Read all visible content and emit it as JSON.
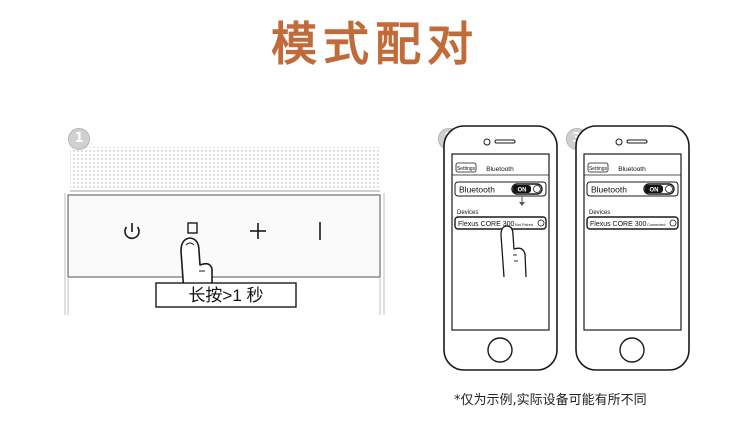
{
  "title": "模式配对",
  "steps": [
    "1",
    "2",
    "3"
  ],
  "speaker": {
    "buttons": [
      "power-icon",
      "play-pause-icon",
      "volume-up-icon",
      "volume-down-icon"
    ],
    "callout": "长按>1 秒"
  },
  "phone_pair": {
    "back_label": "Settings",
    "nav_title": "Bluetooth",
    "bluetooth_label": "Bluetooth",
    "toggle_label": "ON",
    "section_label": "Devices",
    "device_name": "Flexus CORE 300",
    "device_status": "Not Paired"
  },
  "phone_connected": {
    "back_label": "Settings",
    "nav_title": "Bluetooth",
    "bluetooth_label": "Bluetooth",
    "toggle_label": "ON",
    "section_label": "Devices",
    "device_name": "Flexus CORE 300",
    "device_status": "Connected"
  },
  "disclaimer": "*仅为示例,实际设备可能有所不同",
  "colors": {
    "title": "#c26b3a",
    "line": "#1a1a1a",
    "badge": "#d0d0d0"
  }
}
